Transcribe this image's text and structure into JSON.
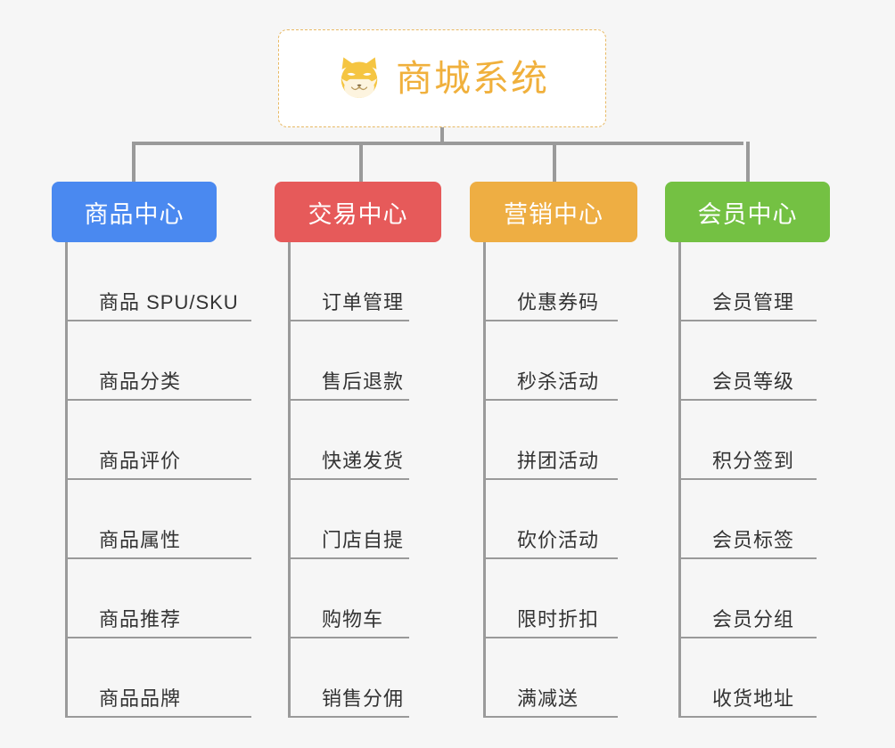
{
  "background_color": "#f6f6f6",
  "root": {
    "title": "商城系统",
    "icon": "shiba-dog-icon",
    "text_color": "#f0b03c",
    "border_color": "#e8b964",
    "background": "#ffffff"
  },
  "connector_color": "#9a9a9a",
  "columns": [
    {
      "title": "商品中心",
      "color": "#4a89f0",
      "items": [
        "商品 SPU/SKU",
        "商品分类",
        "商品评价",
        "商品属性",
        "商品推荐",
        "商品品牌"
      ]
    },
    {
      "title": "交易中心",
      "color": "#e65a5a",
      "items": [
        "订单管理",
        "售后退款",
        "快递发货",
        "门店自提",
        "购物车",
        "销售分佣"
      ]
    },
    {
      "title": "营销中心",
      "color": "#eeae43",
      "items": [
        "优惠券码",
        "秒杀活动",
        "拼团活动",
        "砍价活动",
        "限时折扣",
        "满减送"
      ]
    },
    {
      "title": "会员中心",
      "color": "#74c143",
      "items": [
        "会员管理",
        "会员等级",
        "积分签到",
        "会员标签",
        "会员分组",
        "收货地址"
      ]
    }
  ]
}
